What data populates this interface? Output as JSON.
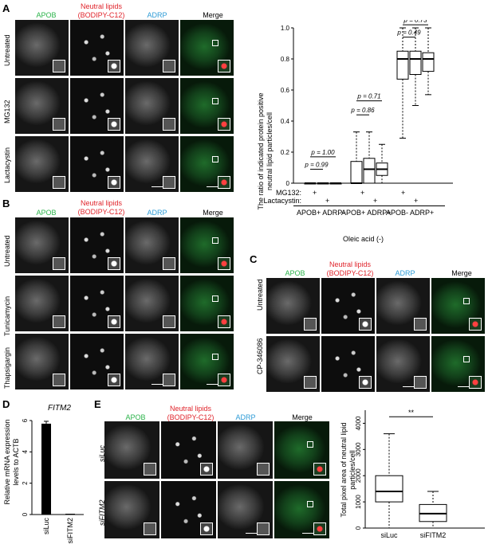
{
  "panels": {
    "A": {
      "letter": "A",
      "columns": [
        "APOB",
        "Neutral lipids",
        "(BODIPY-C12)",
        "ADRP",
        "Merge"
      ],
      "rows": [
        "Untreated",
        "MG132",
        "Lactacystin"
      ]
    },
    "B": {
      "letter": "B",
      "columns": [
        "APOB",
        "Neutral lipids",
        "(BODIPY-C12)",
        "ADRP",
        "Merge"
      ],
      "rows": [
        "Untreated",
        "Tunicamycin",
        "Thapsigargin"
      ]
    },
    "C": {
      "letter": "C",
      "columns": [
        "APOB",
        "Neutral lipids",
        "(BODIPY-C12)",
        "ADRP",
        "Merge"
      ],
      "rows": [
        "Untreated",
        "CP-346086"
      ]
    },
    "D": {
      "letter": "D",
      "gene": "FITM2",
      "ylabel_1": "Relative mRNA expression",
      "ylabel_2": "levels to ACTB",
      "yticks": [
        "0",
        "2",
        "4",
        "6"
      ]
    },
    "E": {
      "letter": "E",
      "columns": [
        "APOB",
        "Neutral lipids",
        "(BODIPY-C12)",
        "ADRP",
        "Merge"
      ],
      "rows": [
        "siLuc",
        "siFITM2"
      ]
    }
  },
  "boxA": {
    "ylabel_1": "The ratio of indicated protein positive",
    "ylabel_2": "neutral lipid particles/cell",
    "yticks": [
      "0",
      "0.2",
      "0.4",
      "0.6",
      "0.8",
      "1.0"
    ],
    "treat1_label": "MG132:",
    "treat2_label": "Lactacystin:",
    "plus": "+",
    "group_labels": [
      "APOB+ ADRP-",
      "APOB+ ADRP+",
      "APOB- ADRP+"
    ],
    "footer": "Oleic acid (-)",
    "pvals": [
      "p = 1.00",
      "p = 0.99",
      "p = 0.71",
      "p = 0.86",
      "p = 0.73",
      "p = 0.49"
    ]
  },
  "boxE": {
    "ylabel_1": "Total pixel area of neutral lipid",
    "ylabel_2": "particles/cell",
    "yticks": [
      "0",
      "1000",
      "2000",
      "3000",
      "4000"
    ],
    "xlabels": [
      "siLuc",
      "siFITM2"
    ],
    "sig": "**"
  },
  "chart_data": [
    {
      "type": "bar",
      "panel": "D",
      "title": "FITM2",
      "categories": [
        "siLuc",
        "siFITM2"
      ],
      "values": [
        5.8,
        0.05
      ],
      "ylabel": "Relative mRNA expression levels to ACTB",
      "ylim": [
        0,
        6
      ]
    },
    {
      "type": "box",
      "panel": "A",
      "ylabel": "The ratio of indicated protein positive neutral lipid particles/cell",
      "ylim": [
        0,
        1.0
      ],
      "groups": [
        {
          "name": "APOB+ ADRP-",
          "boxes": [
            {
              "q1": 0,
              "median": 0,
              "q3": 0,
              "min": 0,
              "max": 0
            },
            {
              "q1": 0,
              "median": 0,
              "q3": 0,
              "min": 0,
              "max": 0
            },
            {
              "q1": 0,
              "median": 0,
              "q3": 0,
              "min": 0,
              "max": 0
            }
          ]
        },
        {
          "name": "APOB+ ADRP+",
          "boxes": [
            {
              "q1": 0,
              "median": 0,
              "q3": 0.14,
              "min": 0,
              "max": 0.33
            },
            {
              "q1": 0,
              "median": 0.09,
              "q3": 0.16,
              "min": 0,
              "max": 0.33
            },
            {
              "q1": 0.05,
              "median": 0.09,
              "q3": 0.13,
              "min": 0,
              "max": 0.25
            }
          ]
        },
        {
          "name": "APOB- ADRP+",
          "boxes": [
            {
              "q1": 0.67,
              "median": 0.8,
              "q3": 0.85,
              "min": 0.29,
              "max": 1.0
            },
            {
              "q1": 0.7,
              "median": 0.8,
              "q3": 0.85,
              "min": 0.5,
              "max": 1.0
            },
            {
              "q1": 0.72,
              "median": 0.8,
              "q3": 0.84,
              "min": 0.57,
              "max": 1.0
            }
          ]
        }
      ]
    },
    {
      "type": "box",
      "panel": "E",
      "ylabel": "Total pixel area of neutral lipid particles/cell",
      "ylim": [
        0,
        4500
      ],
      "categories": [
        "siLuc",
        "siFITM2"
      ],
      "boxes": [
        {
          "q1": 1000,
          "median": 1400,
          "q3": 2000,
          "min": 0,
          "max": 3600
        },
        {
          "q1": 250,
          "median": 550,
          "q3": 900,
          "min": 0,
          "max": 1400
        }
      ]
    }
  ]
}
